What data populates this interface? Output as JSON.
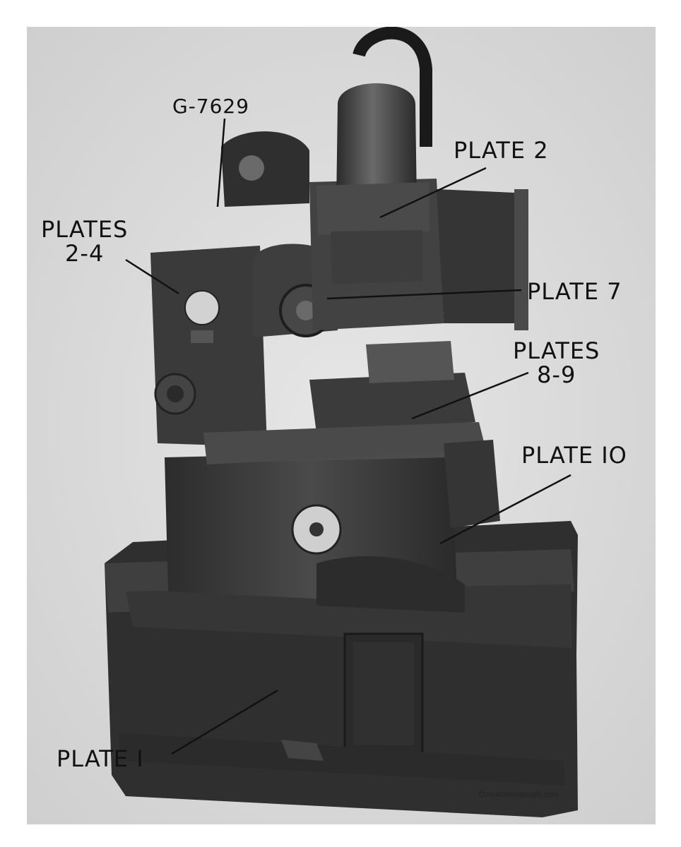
{
  "callouts": {
    "g7629": "G-7629",
    "plate2": "PLATE 2",
    "plates_2_4_line1": "PLATES",
    "plates_2_4_line2": "2-4",
    "plate7": "PLATE 7",
    "plates_8_9_line1": "PLATES",
    "plates_8_9_line2": "8-9",
    "plate10": "PLATE IO",
    "plate1": "PLATE I"
  },
  "watermark": "Ozarktoolmanuals.com",
  "colors": {
    "background": "#d9d9d9",
    "machine": "#3a3a3a",
    "machine_dark": "#1e1e1e",
    "machine_light": "#5c5c5c",
    "label_ink": "#111111"
  }
}
